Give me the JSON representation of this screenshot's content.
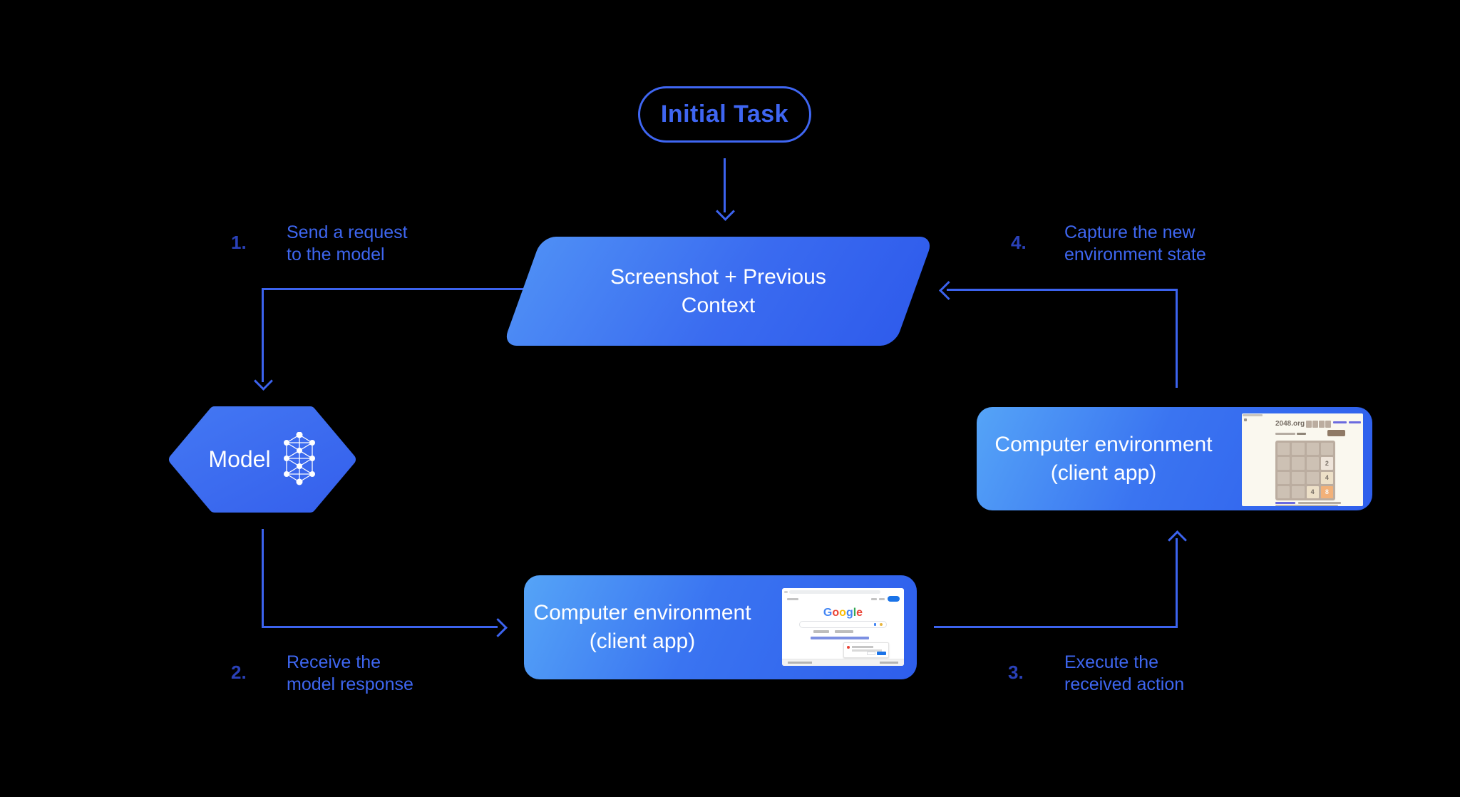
{
  "palette": {
    "background": "#000000",
    "arrow_blue": "#3c63ee",
    "label_blue": "#3e66f0",
    "number_blue": "#2a41b8",
    "pill_blue": "#3f66f2",
    "node_text_color": "#ffffff",
    "node_gradient_start": "#55a4f7",
    "node_gradient_end": "#2e5eec"
  },
  "diagram": {
    "initial_task": {
      "label": "Initial Task"
    },
    "screenshot_node": {
      "line1": "Screenshot + Previous",
      "line2": "Context"
    },
    "model_node": {
      "label": "Model",
      "icon": "neural-network-icon"
    },
    "env_node_bottom": {
      "line1": "Computer environment",
      "line2": "(client app)",
      "thumbnail": "google-homepage-screenshot"
    },
    "env_node_right": {
      "line1": "Computer environment",
      "line2": "(client app)",
      "thumbnail": "2048-game-screenshot"
    },
    "steps": [
      {
        "number": "1.",
        "line1": "Send a request",
        "line2": "to the model"
      },
      {
        "number": "2.",
        "line1": "Receive the",
        "line2": "model response"
      },
      {
        "number": "3.",
        "line1": "Execute the",
        "line2": "received action"
      },
      {
        "number": "4.",
        "line1": "Capture the new",
        "line2": "environment state"
      }
    ]
  },
  "thumbnails": {
    "google": {
      "logo_letters": [
        "G",
        "o",
        "o",
        "g",
        "l",
        "e"
      ]
    },
    "game2048": {
      "title": "2048.org",
      "tiles": [
        "2",
        "4",
        "4",
        "8"
      ]
    }
  }
}
